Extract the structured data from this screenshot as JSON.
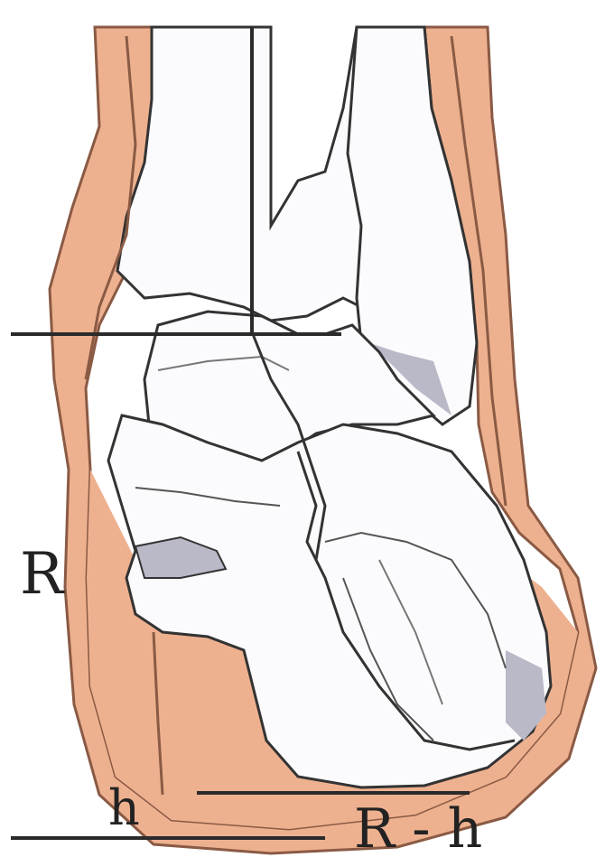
{
  "labels": {
    "r": "R",
    "h": "h",
    "r_minus_h": "R - h"
  },
  "colors": {
    "skin": "#eeb190",
    "skin_outline": "#8a5a44",
    "bone": "#fbfbfd",
    "bone_shade": "#b9b9c8",
    "line": "#2a2a2a"
  }
}
